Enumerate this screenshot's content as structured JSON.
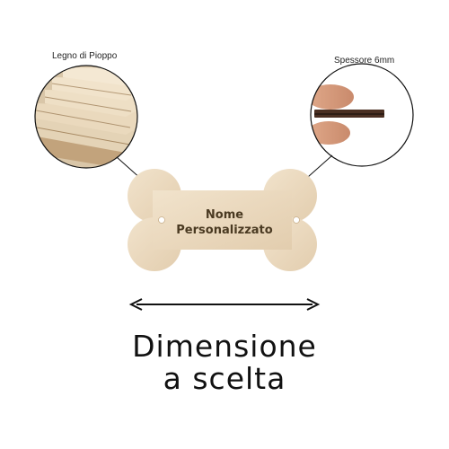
{
  "callouts": {
    "left_label": "Legno di Pioppo",
    "right_label": "Spessore 6mm"
  },
  "tag": {
    "line1": "Nome",
    "line2": "Personalizzato"
  },
  "caption": {
    "line1": "Dimensione",
    "line2": "a scelta"
  },
  "colors": {
    "wood": "#ead8bd",
    "wood_edge": "#c9b08c",
    "engraving": "#4a3a22",
    "arrow": "#111111",
    "text": "#111111"
  }
}
